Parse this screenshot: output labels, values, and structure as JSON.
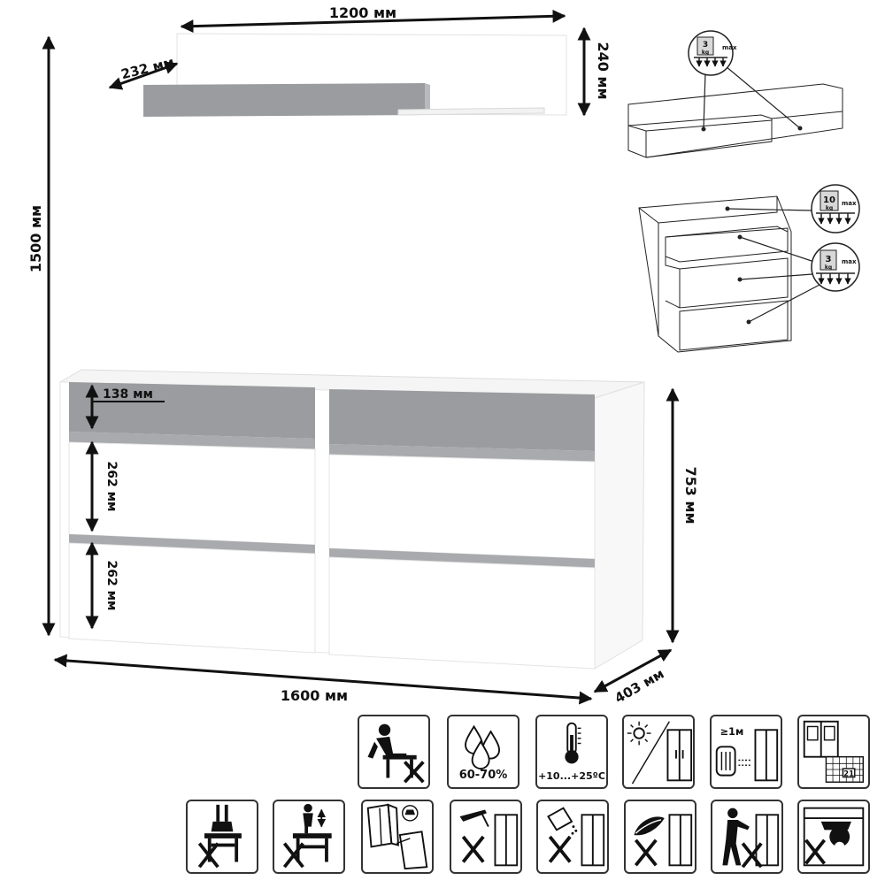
{
  "dimensions": {
    "shelf_width": "1200 мм",
    "shelf_height": "240 мм",
    "shelf_depth": "232 мм",
    "total_height": "1500 мм",
    "drawer_top": "138 мм",
    "drawer_mid": "262 мм",
    "drawer_bottom": "262 мм",
    "dresser_height": "753 мм",
    "dresser_width": "1600 мм",
    "dresser_depth": "403 мм"
  },
  "load_badges": {
    "shelf_weight": "3",
    "shelf_unit": "kg",
    "shelf_max": "max",
    "top_weight": "10",
    "top_unit": "kg",
    "top_max": "max",
    "drawer_weight": "3",
    "drawer_unit": "kg",
    "drawer_max": "max"
  },
  "care_icons": {
    "humidity": "60-70%",
    "temperature": "+10...+25ºC",
    "distance": "≥1м",
    "calendar_day": "21"
  },
  "colors": {
    "gray_panel": "#9a9c9f",
    "gray_rail": "#a8aaad",
    "outline": "#222222"
  }
}
